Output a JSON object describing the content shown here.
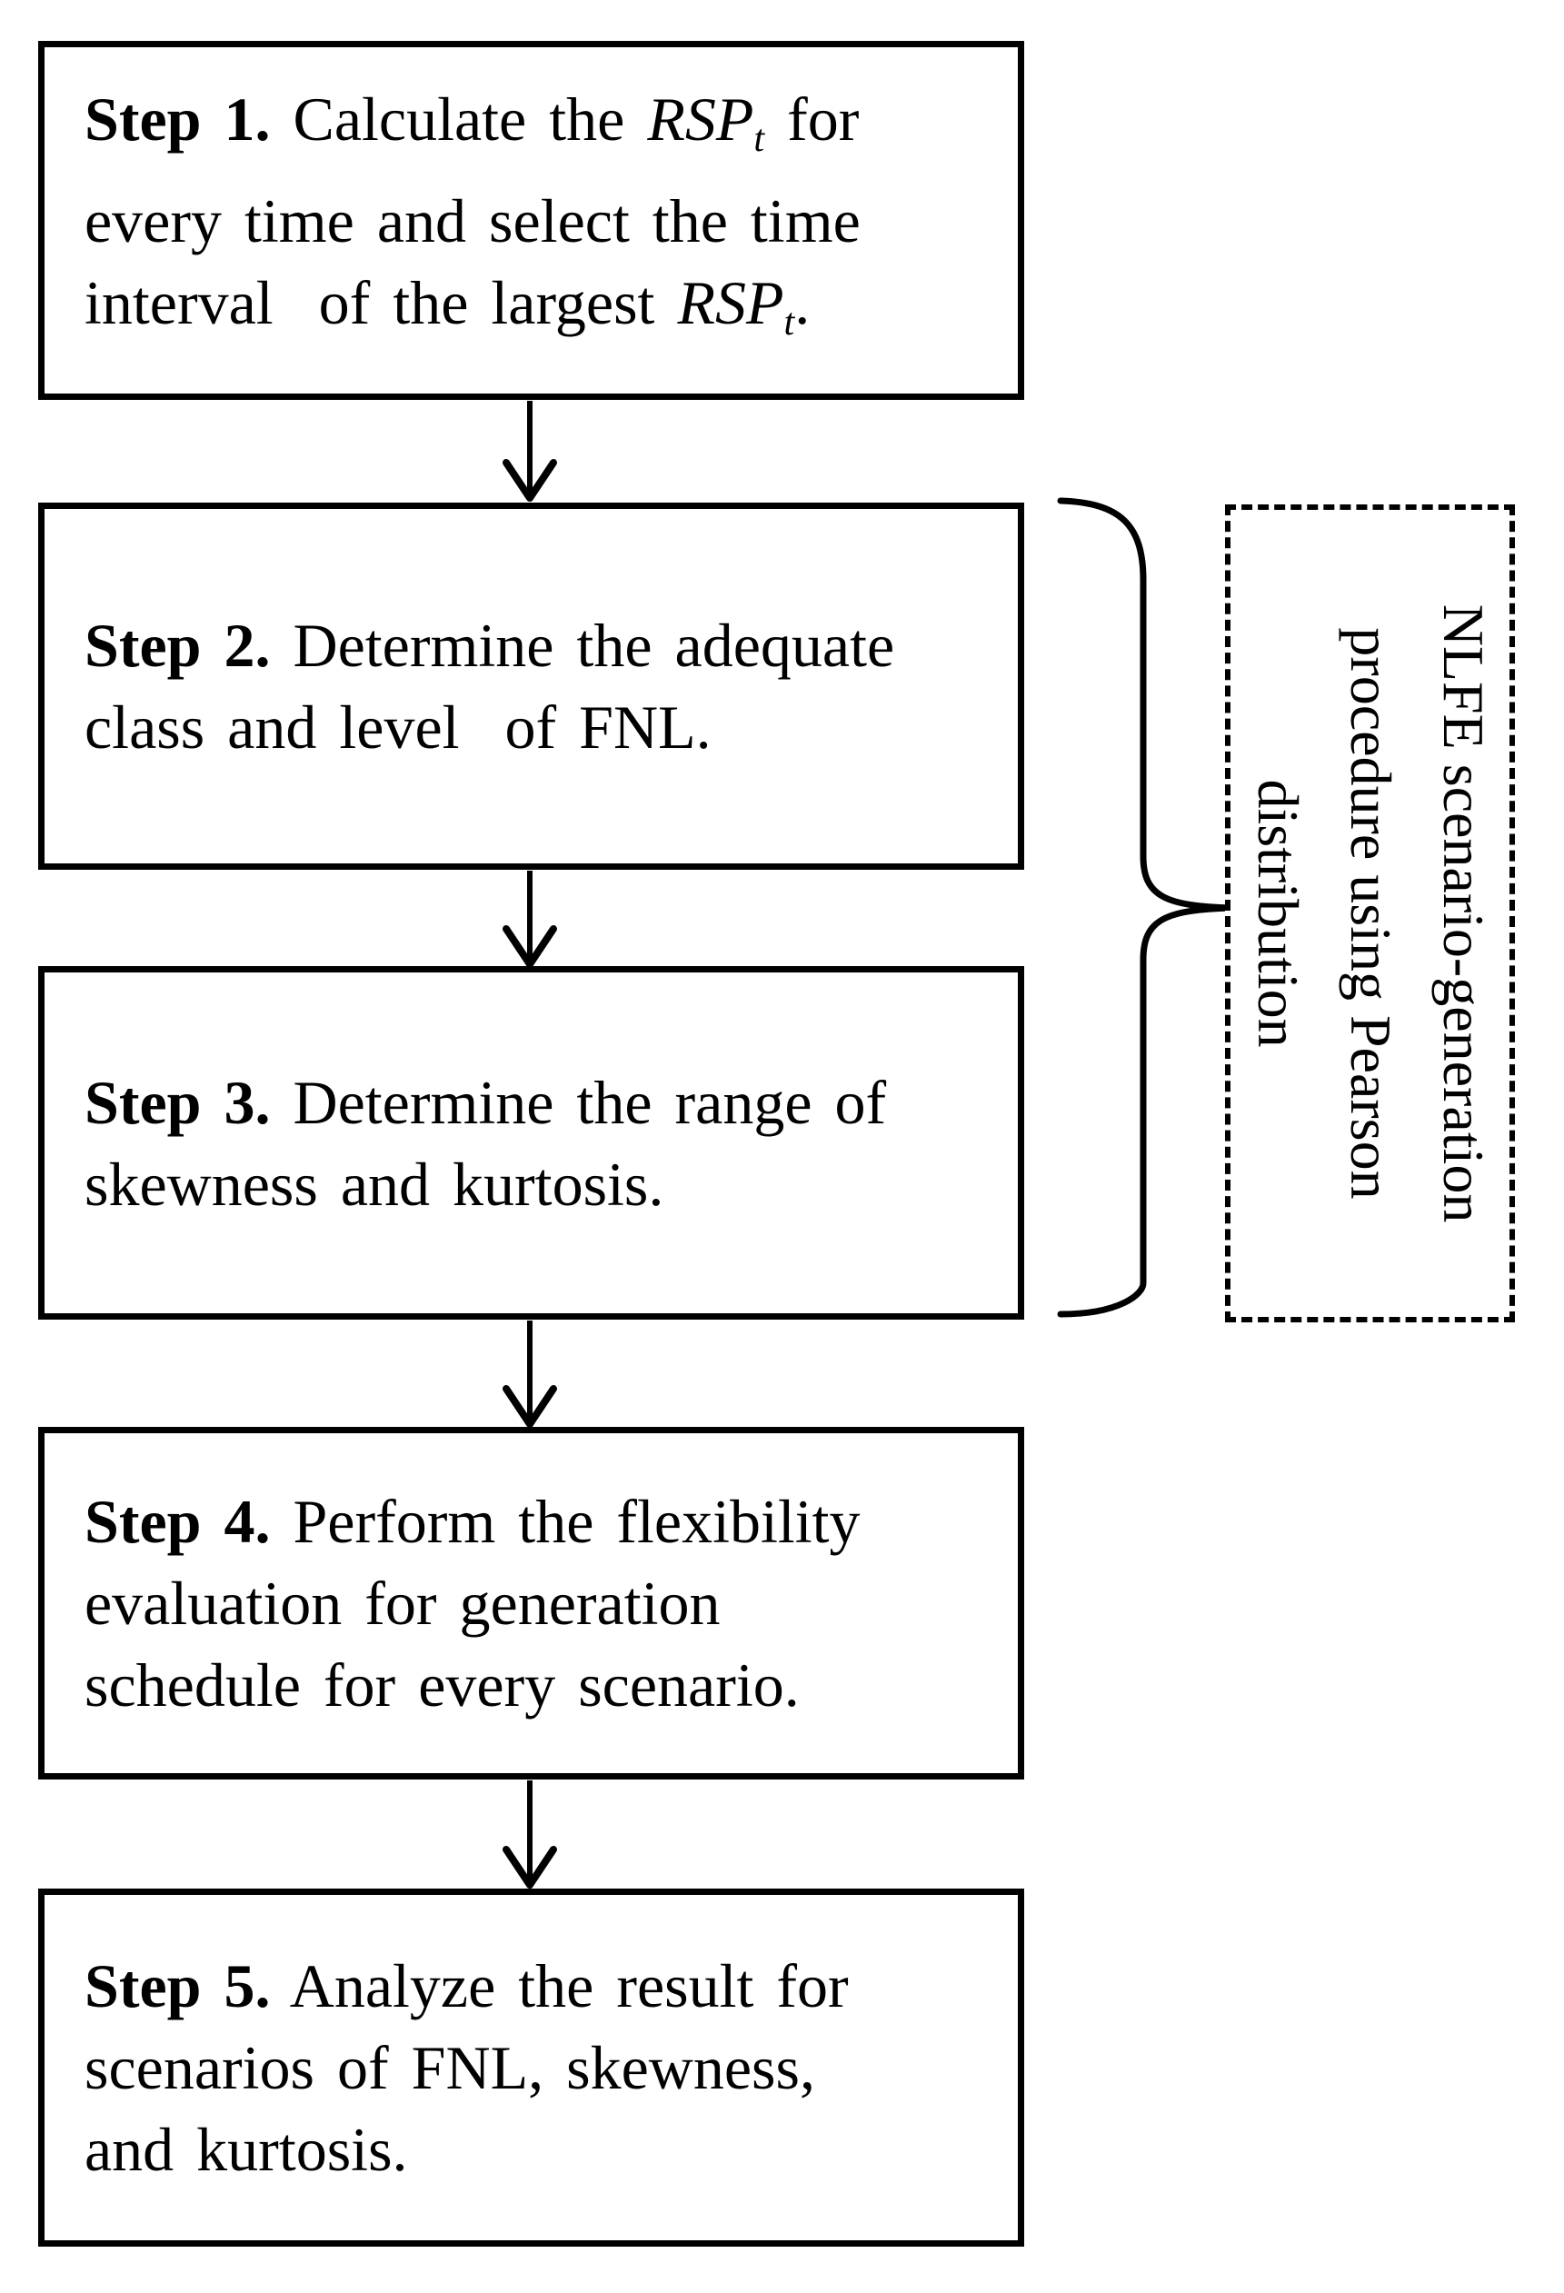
{
  "colors": {
    "ink": "#000000",
    "paper": "#ffffff"
  },
  "flowchart": {
    "steps": [
      {
        "name": "step-1",
        "lines": [
          [
            {
              "t": "Step 1.",
              "b": true
            },
            {
              "t": " Calculate the "
            },
            {
              "t": "RSP",
              "i": true
            },
            {
              "t": "t",
              "i": true,
              "sub": true
            },
            {
              "t": " for"
            }
          ],
          [
            {
              "t": "every time and select the time"
            }
          ],
          [
            {
              "t": "interval  of the largest "
            },
            {
              "t": "RSP",
              "i": true
            },
            {
              "t": "t",
              "i": true,
              "sub": true
            },
            {
              "t": "."
            }
          ]
        ]
      },
      {
        "name": "step-2",
        "lines": [
          [
            {
              "t": "Step 2.",
              "b": true
            },
            {
              "t": " Determine the adequate"
            }
          ],
          [
            {
              "t": "class and level  of FNL."
            }
          ]
        ]
      },
      {
        "name": "step-3",
        "lines": [
          [
            {
              "t": "Step 3.",
              "b": true
            },
            {
              "t": " Determine the range of"
            }
          ],
          [
            {
              "t": "skewness and kurtosis."
            }
          ]
        ]
      },
      {
        "name": "step-4",
        "lines": [
          [
            {
              "t": "Step 4.",
              "b": true
            },
            {
              "t": " Perform the flexibility"
            }
          ],
          [
            {
              "t": "evaluation for generation"
            }
          ],
          [
            {
              "t": "schedule for every scenario."
            }
          ]
        ]
      },
      {
        "name": "step-5",
        "lines": [
          [
            {
              "t": "Step 5.",
              "b": true
            },
            {
              "t": " Analyze the result for"
            }
          ],
          [
            {
              "t": "scenarios of FNL, skewness,"
            }
          ],
          [
            {
              "t": "and kurtosis."
            }
          ]
        ]
      }
    ],
    "annotation": {
      "lines": [
        "NLFE scenario-generation",
        "procedure using Pearson",
        "distribution"
      ]
    }
  }
}
